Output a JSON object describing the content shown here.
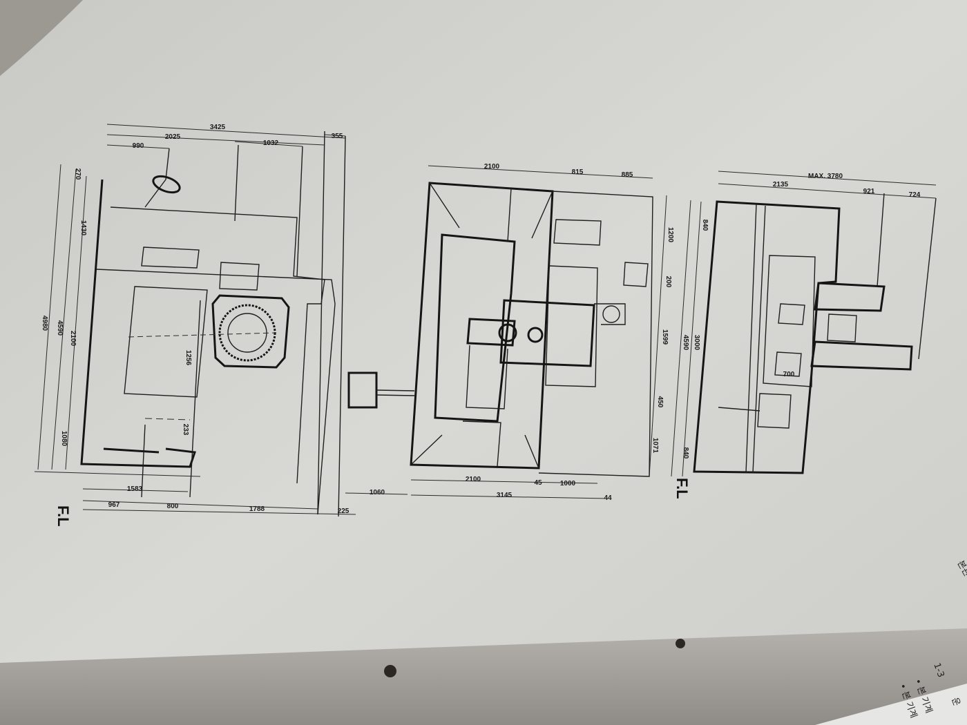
{
  "drawing": {
    "front_view": {
      "top_dims": [
        "3425",
        "2025",
        "990",
        "1032",
        "355"
      ],
      "side_dims": [
        "4980",
        "4590",
        "270",
        "1430",
        "2100",
        "1080"
      ],
      "inner_dims": [
        "1256",
        "233"
      ],
      "bottom_dims": [
        "1583",
        "967",
        "800",
        "1788",
        "225"
      ],
      "floor_label": "F.L"
    },
    "plan_view": {
      "top_dims": [
        "2100",
        "815",
        "885"
      ],
      "side_dims": [
        "1200",
        "200",
        "1599",
        "450",
        "1071"
      ],
      "bottom_dims": [
        "2100",
        "45",
        "1000",
        "1060",
        "3145",
        "44"
      ]
    },
    "side_view": {
      "top_dims": [
        "MAX. 3780",
        "2135",
        "921",
        "724"
      ],
      "side_dims": [
        "840",
        "4590",
        "3000",
        "840"
      ],
      "inner_dims": [
        "700"
      ],
      "floor_label": "F.L"
    }
  },
  "page": {
    "page_number": "1-3",
    "bullet_1": "• 본 기계",
    "bullet_2": "• 본 기계",
    "heading_fragment": "운",
    "next_page_fragment": "본관치수를 나"
  }
}
